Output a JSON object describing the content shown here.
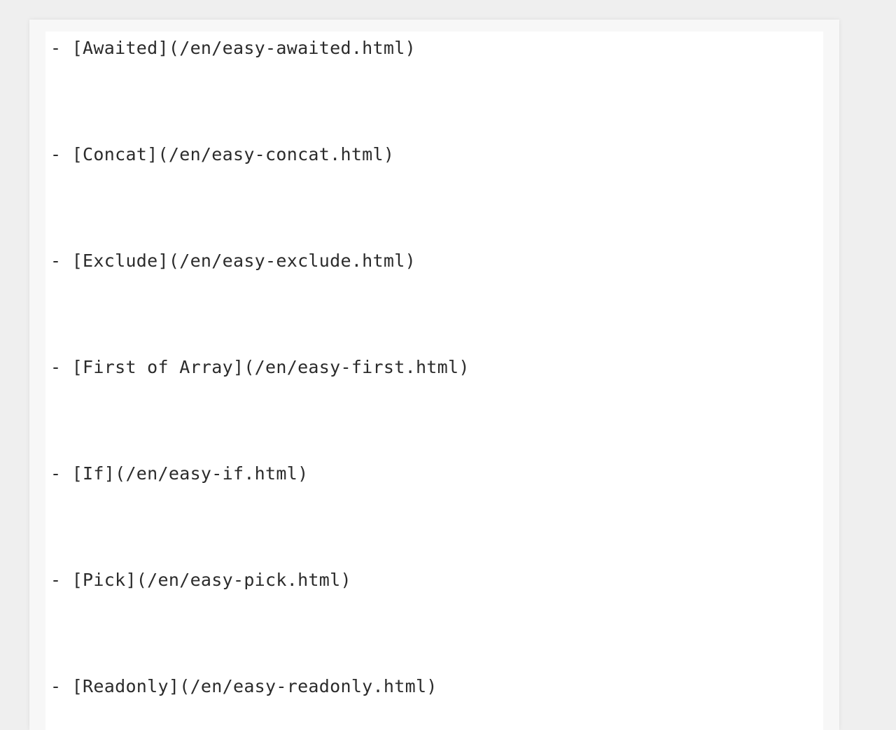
{
  "document": {
    "lines": [
      "- [Awaited](/en/easy-awaited.html)",
      "- [Concat](/en/easy-concat.html)",
      "- [Exclude](/en/easy-exclude.html)",
      "- [First of Array](/en/easy-first.html)",
      "- [If](/en/easy-if.html)",
      "- [Pick](/en/easy-pick.html)",
      "- [Readonly](/en/easy-readonly.html)"
    ]
  }
}
